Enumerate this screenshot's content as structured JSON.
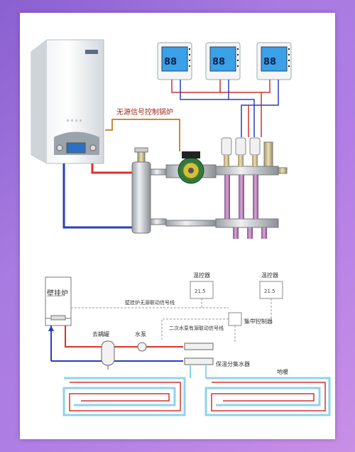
{
  "top": {
    "signal_label": "无源信号控制锅炉",
    "thermostat_reading": "88"
  },
  "bottom": {
    "boiler_label": "壁挂炉",
    "thermostat_1": "温控器",
    "thermostat_2": "温控器",
    "thermostat_reading": "21.5",
    "boiler_signal_line": "壁挂炉无源联动信号线",
    "controller": "集中控制器",
    "pump_signal_line": "二次水泵有源联动信号线",
    "separator": "去耦罐",
    "pump": "水泵",
    "manifold": "保温分集水器",
    "floor": "地暖"
  },
  "colors": {
    "hot_pipe": "#e0302a",
    "return_pipe": "#2a3fb8",
    "signal": "#c98a3c",
    "floor_outer": "#8fd3e8",
    "floor_inner": "#d83030"
  }
}
